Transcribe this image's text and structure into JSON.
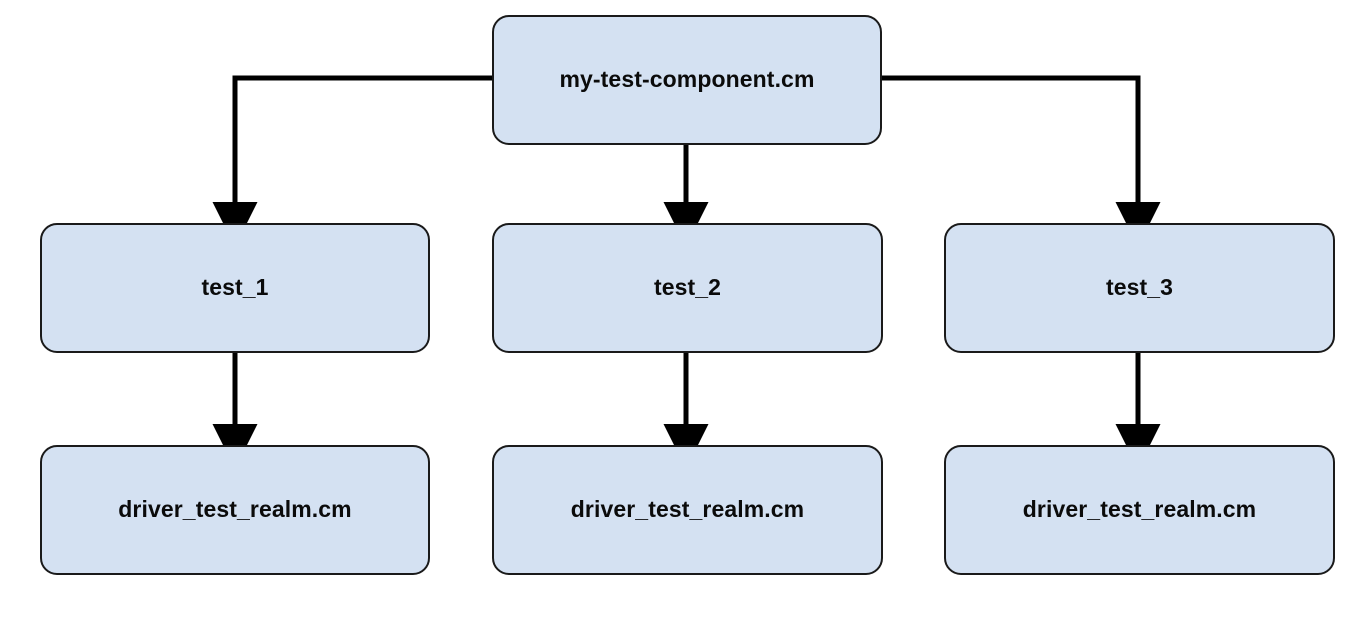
{
  "diagram": {
    "type": "flowchart",
    "orientation": "top-down",
    "background_color": "#ffffff",
    "node_fill_color": "#d4e1f2",
    "node_border_color": "#1a1a1a",
    "edge_color": "#000000",
    "text_color": "#0b0b0b",
    "nodes": [
      {
        "id": "root",
        "label": "my-test-component.cm",
        "row": 1,
        "column": 2
      },
      {
        "id": "mid1",
        "label": "test_1",
        "row": 2,
        "column": 1
      },
      {
        "id": "mid2",
        "label": "test_2",
        "row": 2,
        "column": 2
      },
      {
        "id": "mid3",
        "label": "test_3",
        "row": 2,
        "column": 3
      },
      {
        "id": "leaf1",
        "label": "driver_test_realm.cm",
        "row": 3,
        "column": 1
      },
      {
        "id": "leaf2",
        "label": "driver_test_realm.cm",
        "row": 3,
        "column": 2
      },
      {
        "id": "leaf3",
        "label": "driver_test_realm.cm",
        "row": 3,
        "column": 3
      }
    ],
    "edges": [
      {
        "from": "root",
        "to": "mid1",
        "style": "elbow",
        "arrow": "down"
      },
      {
        "from": "root",
        "to": "mid2",
        "style": "straight",
        "arrow": "down"
      },
      {
        "from": "root",
        "to": "mid3",
        "style": "elbow",
        "arrow": "down"
      },
      {
        "from": "mid1",
        "to": "leaf1",
        "style": "straight",
        "arrow": "down"
      },
      {
        "from": "mid2",
        "to": "leaf2",
        "style": "straight",
        "arrow": "down"
      },
      {
        "from": "mid3",
        "to": "leaf3",
        "style": "straight",
        "arrow": "down"
      }
    ]
  }
}
